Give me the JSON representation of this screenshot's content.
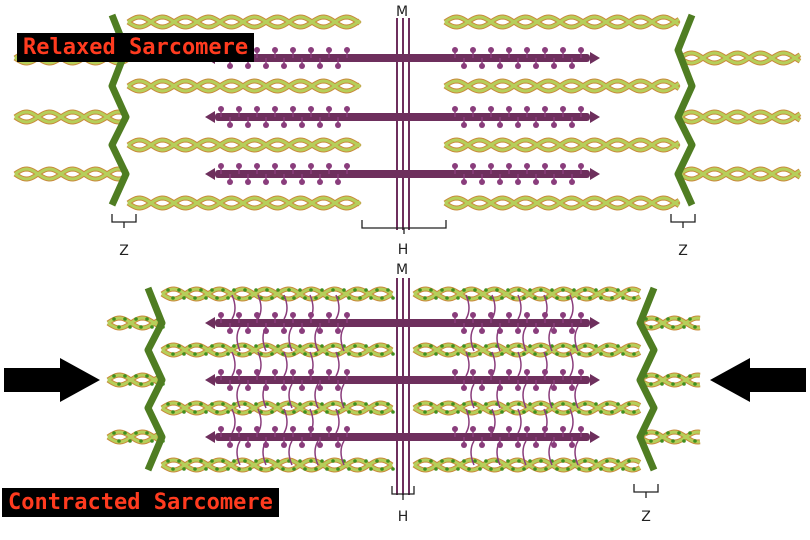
{
  "titles": {
    "relaxed": "Relaxed Sarcomere",
    "contracted": "Contracted Sarcomere"
  },
  "labels": {
    "m": "M",
    "h": "H",
    "z": "Z"
  },
  "colors": {
    "banner_bg": "#000000",
    "banner_text": "#ff3b1f",
    "thin_filament": "#b6cf5a",
    "thin_filament_edge": "#c98a3c",
    "thin_filament_beads": "#3f8f1f",
    "z_disc": "#4f7d22",
    "thick_filament": "#6e2f5d",
    "myosin_heads": "#8a3d7c",
    "arrow": "#000000"
  },
  "icons": {
    "left_arrow": "arrow-right-icon",
    "right_arrow": "arrow-left-icon"
  }
}
